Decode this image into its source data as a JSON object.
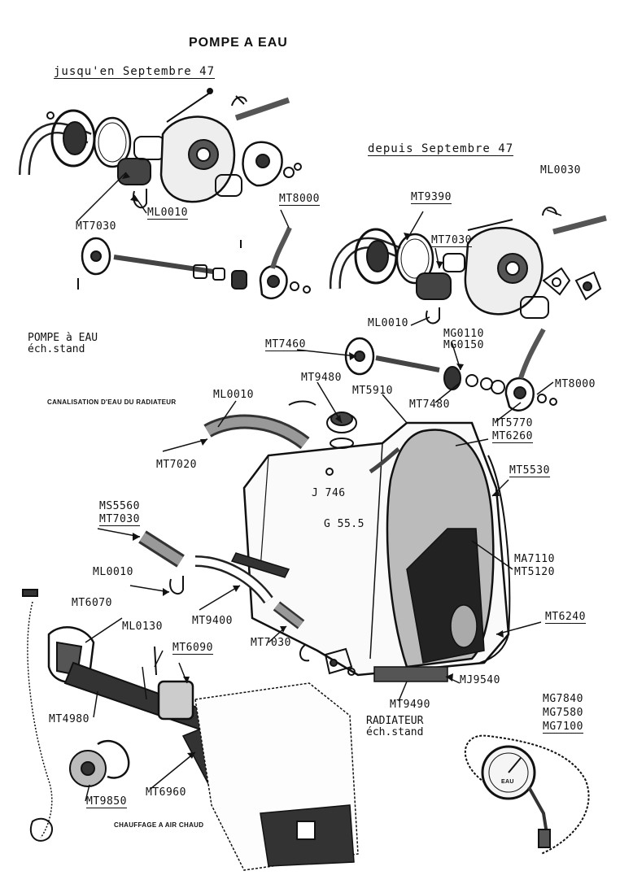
{
  "title": "POMPE A EAU",
  "sections": {
    "before": "jusqu'en Septembre 47",
    "after": "depuis Septembre 47"
  },
  "captions": {
    "pump_exchange": [
      "POMPE à EAU",
      "éch.stand"
    ],
    "canalisation": "CANALISATION D'EAU DU RADIATEUR",
    "radiator": [
      "RADIATEUR",
      "éch.stand"
    ],
    "heating": "CHAUFFAGE A AIR CHAUD",
    "gauge_face": "EAU"
  },
  "labels": {
    "ml0010_a": "ML0010",
    "mt7030_a": "MT7030",
    "mt8000_a": "MT8000",
    "ml0030": "ML0030",
    "mt9390": "MT9390",
    "mt7030_b": "MT7030",
    "ml0010_b": "ML0010",
    "mt7460": "MT7460",
    "mg0110": "MG0110",
    "mg0150": "MG0150",
    "mt9480": "MT9480",
    "mt5910": "MT5910",
    "mt7480": "MT7480",
    "mt8000_b": "MT8000",
    "ml0010_c": "ML0010",
    "mt5770": "MT5770",
    "mt6260": "MT6260",
    "mt7020": "MT7020",
    "mt5530": "MT5530",
    "j746": "J 746",
    "ms5560": "MS5560",
    "mt7030_c": "MT7030",
    "g555": "G 55.5",
    "ma7110": "MA7110",
    "mt5120": "MT5120",
    "ml0010_d": "ML0010",
    "mt6070": "MT6070",
    "mt9400": "MT9400",
    "mt6240": "MT6240",
    "ml0130": "ML0130",
    "mt6090": "MT6090",
    "mt7030_d": "MT7030",
    "mj9540": "MJ9540",
    "mt9490": "MT9490",
    "mg7840": "MG7840",
    "mg7580": "MG7580",
    "mg7100": "MG7100",
    "mt4980": "MT4980",
    "mt6960": "MT6960",
    "mt9850": "MT9850"
  }
}
